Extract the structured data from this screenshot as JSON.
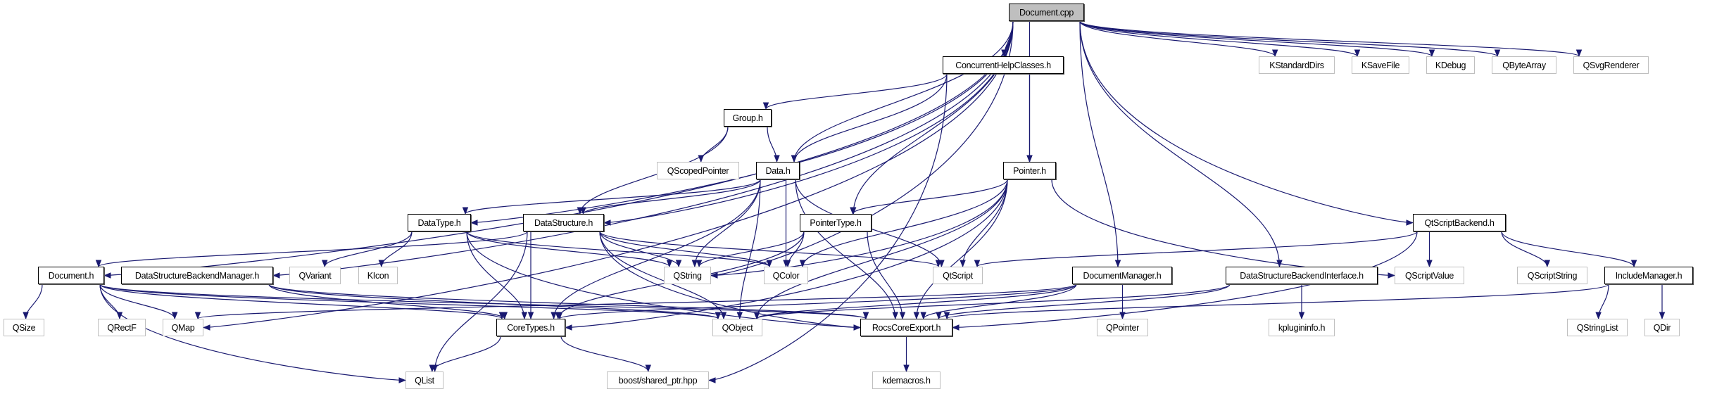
{
  "graph": {
    "edge_color": "#191970",
    "root_fill": "#bfbfbf",
    "external_border": "#bfbfbf",
    "nodes": [
      {
        "id": "doc_cpp",
        "label": "Document.cpp",
        "kind": "root"
      },
      {
        "id": "concurrent",
        "label": "ConcurrentHelpClasses.h",
        "kind": "proj"
      },
      {
        "id": "kstandarddirs",
        "label": "KStandardDirs",
        "kind": "ext"
      },
      {
        "id": "ksavefile",
        "label": "KSaveFile",
        "kind": "ext"
      },
      {
        "id": "kdebug",
        "label": "KDebug",
        "kind": "ext"
      },
      {
        "id": "qbytearray",
        "label": "QByteArray",
        "kind": "ext"
      },
      {
        "id": "qsvgrenderer",
        "label": "QSvgRenderer",
        "kind": "ext"
      },
      {
        "id": "group",
        "label": "Group.h",
        "kind": "proj"
      },
      {
        "id": "qscopedpointer",
        "label": "QScopedPointer",
        "kind": "ext"
      },
      {
        "id": "data",
        "label": "Data.h",
        "kind": "proj"
      },
      {
        "id": "pointer",
        "label": "Pointer.h",
        "kind": "proj"
      },
      {
        "id": "datatype",
        "label": "DataType.h",
        "kind": "proj"
      },
      {
        "id": "datastructure",
        "label": "DataStructure.h",
        "kind": "proj"
      },
      {
        "id": "pointertype",
        "label": "PointerType.h",
        "kind": "proj"
      },
      {
        "id": "qtscriptbackend",
        "label": "QtScriptBackend.h",
        "kind": "proj"
      },
      {
        "id": "document_h",
        "label": "Document.h",
        "kind": "proj"
      },
      {
        "id": "dsbackendmanager",
        "label": "DataStructureBackendManager.h",
        "kind": "proj"
      },
      {
        "id": "qvariant",
        "label": "QVariant",
        "kind": "ext"
      },
      {
        "id": "kicon",
        "label": "KIcon",
        "kind": "ext"
      },
      {
        "id": "qstring",
        "label": "QString",
        "kind": "ext"
      },
      {
        "id": "qcolor",
        "label": "QColor",
        "kind": "ext"
      },
      {
        "id": "qtscript",
        "label": "QtScript",
        "kind": "ext"
      },
      {
        "id": "documentmanager",
        "label": "DocumentManager.h",
        "kind": "proj"
      },
      {
        "id": "dsbackendinterface",
        "label": "DataStructureBackendInterface.h",
        "kind": "proj"
      },
      {
        "id": "qscriptvalue",
        "label": "QScriptValue",
        "kind": "ext"
      },
      {
        "id": "qscriptstring",
        "label": "QScriptString",
        "kind": "ext"
      },
      {
        "id": "includemanager",
        "label": "IncludeManager.h",
        "kind": "proj"
      },
      {
        "id": "qsize",
        "label": "QSize",
        "kind": "ext"
      },
      {
        "id": "qrectf",
        "label": "QRectF",
        "kind": "ext"
      },
      {
        "id": "qmap",
        "label": "QMap",
        "kind": "ext"
      },
      {
        "id": "coretypes",
        "label": "CoreTypes.h",
        "kind": "proj"
      },
      {
        "id": "qobject",
        "label": "QObject",
        "kind": "ext"
      },
      {
        "id": "rocscoreexport",
        "label": "RocsCoreExport.h",
        "kind": "proj"
      },
      {
        "id": "qpointer",
        "label": "QPointer",
        "kind": "ext"
      },
      {
        "id": "kplugininfo",
        "label": "kplugininfo.h",
        "kind": "ext"
      },
      {
        "id": "qstringlist",
        "label": "QStringList",
        "kind": "ext"
      },
      {
        "id": "qdir",
        "label": "QDir",
        "kind": "ext"
      },
      {
        "id": "qlist",
        "label": "QList",
        "kind": "ext"
      },
      {
        "id": "boost",
        "label": "boost/shared_ptr.hpp",
        "kind": "ext"
      },
      {
        "id": "kdemacros",
        "label": "kdemacros.h",
        "kind": "ext"
      }
    ],
    "edges": [
      [
        "doc_cpp",
        "concurrent"
      ],
      [
        "doc_cpp",
        "kstandarddirs"
      ],
      [
        "doc_cpp",
        "ksavefile"
      ],
      [
        "doc_cpp",
        "kdebug"
      ],
      [
        "doc_cpp",
        "qbytearray"
      ],
      [
        "doc_cpp",
        "qsvgrenderer"
      ],
      [
        "doc_cpp",
        "pointer"
      ],
      [
        "doc_cpp",
        "documentmanager"
      ],
      [
        "doc_cpp",
        "dsbackendinterface"
      ],
      [
        "doc_cpp",
        "qtscriptbackend"
      ],
      [
        "doc_cpp",
        "data"
      ],
      [
        "doc_cpp",
        "pointertype"
      ],
      [
        "doc_cpp",
        "qstring"
      ],
      [
        "doc_cpp",
        "datastructure"
      ],
      [
        "doc_cpp",
        "datatype"
      ],
      [
        "doc_cpp",
        "document_h"
      ],
      [
        "doc_cpp",
        "dsbackendmanager"
      ],
      [
        "doc_cpp",
        "qmap"
      ],
      [
        "concurrent",
        "group"
      ],
      [
        "concurrent",
        "data"
      ],
      [
        "concurrent",
        "pointer"
      ],
      [
        "concurrent",
        "boost"
      ],
      [
        "group",
        "qscopedpointer"
      ],
      [
        "group",
        "data"
      ],
      [
        "group",
        "datastructure"
      ],
      [
        "data",
        "datatype"
      ],
      [
        "data",
        "datastructure"
      ],
      [
        "data",
        "qstring"
      ],
      [
        "data",
        "qcolor"
      ],
      [
        "data",
        "qobject"
      ],
      [
        "data",
        "qtscript"
      ],
      [
        "data",
        "coretypes"
      ],
      [
        "data",
        "rocscoreexport"
      ],
      [
        "datatype",
        "qvariant"
      ],
      [
        "datatype",
        "kicon"
      ],
      [
        "datatype",
        "qstring"
      ],
      [
        "datatype",
        "qcolor"
      ],
      [
        "datatype",
        "coretypes"
      ],
      [
        "datatype",
        "rocscoreexport"
      ],
      [
        "datastructure",
        "document_h"
      ],
      [
        "datastructure",
        "qstring"
      ],
      [
        "datastructure",
        "qcolor"
      ],
      [
        "datastructure",
        "qtscript"
      ],
      [
        "datastructure",
        "qobject"
      ],
      [
        "datastructure",
        "coretypes"
      ],
      [
        "datastructure",
        "qlist"
      ],
      [
        "datastructure",
        "rocscoreexport"
      ],
      [
        "pointertype",
        "qstring"
      ],
      [
        "pointertype",
        "qcolor"
      ],
      [
        "pointertype",
        "coretypes"
      ],
      [
        "pointertype",
        "rocscoreexport"
      ],
      [
        "pointer",
        "pointertype"
      ],
      [
        "pointer",
        "qstring"
      ],
      [
        "pointer",
        "qcolor"
      ],
      [
        "pointer",
        "qtscript"
      ],
      [
        "pointer",
        "qscriptvalue"
      ],
      [
        "pointer",
        "coretypes"
      ],
      [
        "pointer",
        "rocscoreexport"
      ],
      [
        "pointer",
        "qobject"
      ],
      [
        "qtscriptbackend",
        "qtscript"
      ],
      [
        "qtscriptbackend",
        "qscriptvalue"
      ],
      [
        "qtscriptbackend",
        "qscriptstring"
      ],
      [
        "qtscriptbackend",
        "includemanager"
      ],
      [
        "qtscriptbackend",
        "rocscoreexport"
      ],
      [
        "document_h",
        "qsize"
      ],
      [
        "document_h",
        "qrectf"
      ],
      [
        "document_h",
        "qmap"
      ],
      [
        "document_h",
        "qlist"
      ],
      [
        "document_h",
        "coretypes"
      ],
      [
        "document_h",
        "qobject"
      ],
      [
        "document_h",
        "rocscoreexport"
      ],
      [
        "dsbackendmanager",
        "coretypes"
      ],
      [
        "dsbackendmanager",
        "qobject"
      ],
      [
        "dsbackendmanager",
        "rocscoreexport"
      ],
      [
        "documentmanager",
        "qpointer"
      ],
      [
        "documentmanager",
        "rocscoreexport"
      ],
      [
        "documentmanager",
        "qobject"
      ],
      [
        "documentmanager",
        "coretypes"
      ],
      [
        "documentmanager",
        "qmap"
      ],
      [
        "dsbackendinterface",
        "kplugininfo"
      ],
      [
        "dsbackendinterface",
        "rocscoreexport"
      ],
      [
        "dsbackendinterface",
        "qobject"
      ],
      [
        "includemanager",
        "qstringlist"
      ],
      [
        "includemanager",
        "qdir"
      ],
      [
        "includemanager",
        "rocscoreexport"
      ],
      [
        "coretypes",
        "qlist"
      ],
      [
        "coretypes",
        "boost"
      ],
      [
        "rocscoreexport",
        "kdemacros"
      ]
    ]
  }
}
